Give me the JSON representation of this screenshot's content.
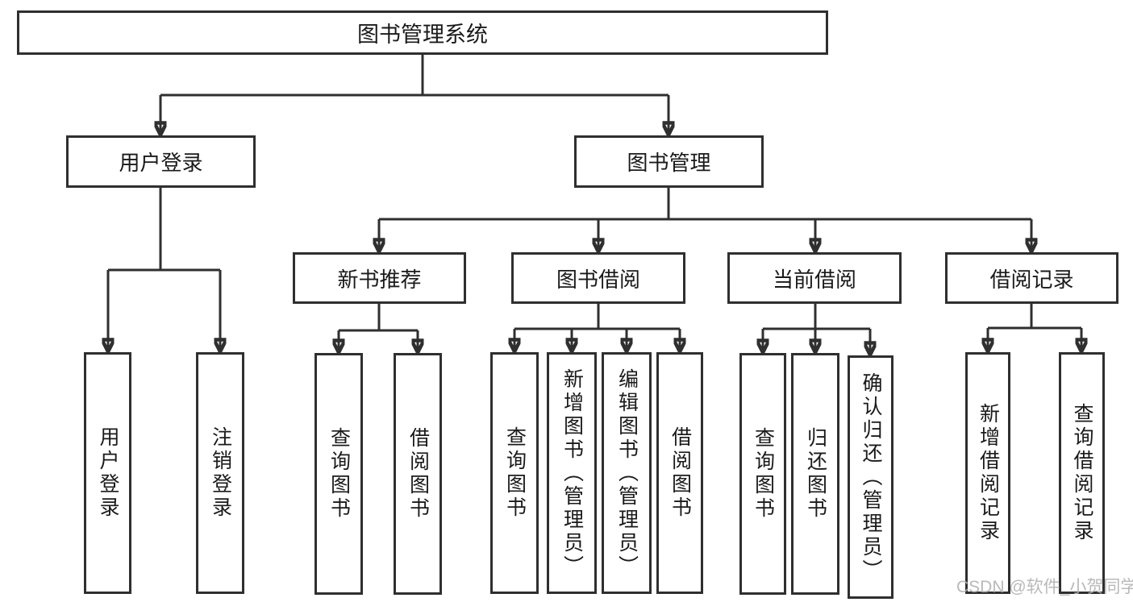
{
  "tree": {
    "label": "图书管理系统",
    "children": [
      {
        "label": "用户登录",
        "children": [
          {
            "label": "用户登录"
          },
          {
            "label": "注销登录"
          }
        ]
      },
      {
        "label": "图书管理",
        "children": [
          {
            "label": "新书推荐",
            "children": [
              {
                "label": "查询图书"
              },
              {
                "label": "借阅图书"
              }
            ]
          },
          {
            "label": "图书借阅",
            "children": [
              {
                "label": "查询图书"
              },
              {
                "label": "新增图书（管理员）"
              },
              {
                "label": "编辑图书（管理员）"
              },
              {
                "label": "借阅图书"
              }
            ]
          },
          {
            "label": "当前借阅",
            "children": [
              {
                "label": "查询图书"
              },
              {
                "label": "归还图书"
              },
              {
                "label": "确认归还（管理员）"
              }
            ]
          },
          {
            "label": "借阅记录",
            "children": [
              {
                "label": "新增借阅记录"
              },
              {
                "label": "查询借阅记录"
              }
            ]
          }
        ]
      }
    ]
  },
  "watermark": {
    "text": "CSDN @软件_小贺同学"
  },
  "colors": {
    "line": "#2f2f2f",
    "text": "#1a1a1a",
    "watermark": "#b2b2b2",
    "background": "#ffffff"
  }
}
